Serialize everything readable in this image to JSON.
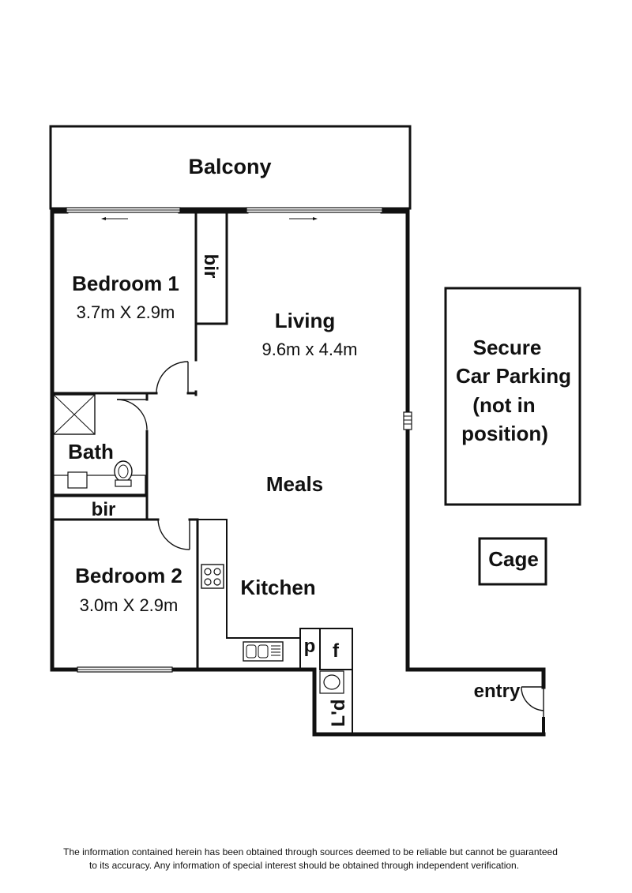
{
  "rooms": {
    "balcony": "Balcony",
    "bedroom1": {
      "name": "Bedroom 1",
      "size": "3.7m X 2.9m"
    },
    "bir_top": "bir",
    "living": {
      "name": "Living",
      "size": "9.6m x 4.4m"
    },
    "bath": "Bath",
    "bir_mid": "bir",
    "meals": "Meals",
    "bedroom2": {
      "name": "Bedroom 2",
      "size": "3.0m X 2.9m"
    },
    "kitchen": "Kitchen",
    "pantry": "p",
    "fridge": "f",
    "laundry": "L'd",
    "entry": "entry"
  },
  "parking": {
    "line1": "Secure",
    "line2": "Car Parking",
    "line3": "(not in",
    "line4": "position)",
    "cage": "Cage"
  },
  "disclaimer": {
    "line1": "The information contained herein has been obtained through sources deemed to be reliable but cannot be guaranteed",
    "line2": "to its accuracy.  Any information of special interest should be obtained through independent verification."
  }
}
